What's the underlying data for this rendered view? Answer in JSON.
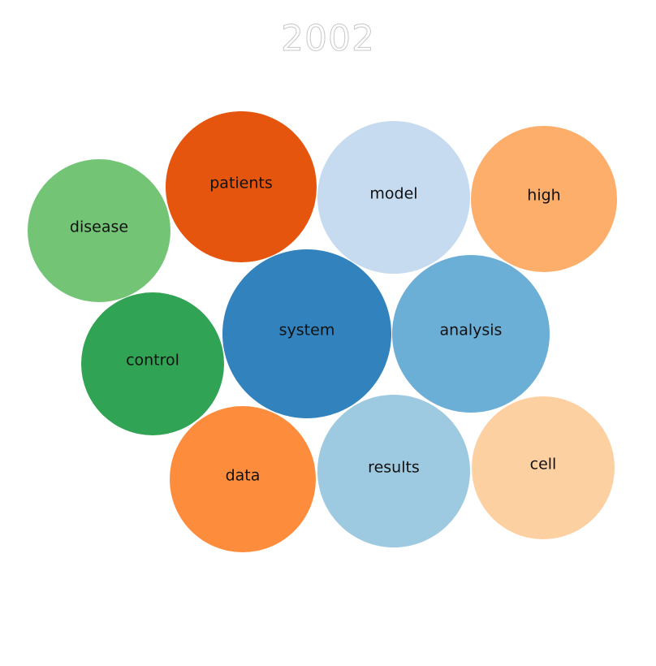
{
  "chart_data": {
    "type": "bubble",
    "title": "2002",
    "bubbles": [
      {
        "label": "system",
        "color": "#3182bd"
      },
      {
        "label": "analysis",
        "color": "#6baed6"
      },
      {
        "label": "patients",
        "color": "#e6550d"
      },
      {
        "label": "model",
        "color": "#c6dbef"
      },
      {
        "label": "results",
        "color": "#9ecae1"
      },
      {
        "label": "high",
        "color": "#fdae6b"
      },
      {
        "label": "data",
        "color": "#fd8d3c"
      },
      {
        "label": "disease",
        "color": "#74c476"
      },
      {
        "label": "control",
        "color": "#31a354"
      },
      {
        "label": "cell",
        "color": "#fdd0a2"
      }
    ]
  }
}
